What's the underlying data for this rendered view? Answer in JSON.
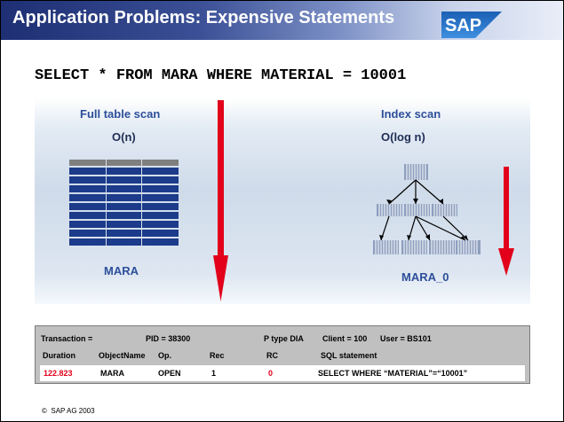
{
  "header": {
    "title": "Application Problems: Expensive Statements",
    "logo_text": "SAP",
    "gradient_colors": [
      "#1e2f73",
      "#e9eef8"
    ]
  },
  "sql_statement": "SELECT * FROM MARA WHERE MATERIAL = 10001",
  "full_scan": {
    "title": "Full table scan",
    "complexity": "O(n)",
    "table_name": "MARA"
  },
  "index_scan": {
    "title": "Index scan",
    "complexity": "O(log n)",
    "index_name": "MARA_0"
  },
  "colors": {
    "arrow": "#e2001a",
    "table_rows": "#1c3b8a",
    "table_header": "#7f7f7f",
    "label_blue": "#2d4f9a",
    "index_node": "#8e9fbf"
  },
  "trace": {
    "transaction_label": "Transaction =",
    "pid": "PID = 38300",
    "ptype": "P type DIA",
    "client": "Client = 100",
    "user": "User = BS101",
    "headers": [
      "Duration",
      "ObjectName",
      "Op.",
      "Rec",
      "RC",
      "SQL statement"
    ],
    "row": {
      "duration": "122.823",
      "object_name": "MARA",
      "op": "OPEN",
      "rec": "1",
      "rc": "0",
      "sql": "SELECT WHERE “MATERIAL”=“10001”"
    }
  },
  "footer": {
    "copyright_symbol": "©",
    "text": "SAP AG 2003"
  }
}
